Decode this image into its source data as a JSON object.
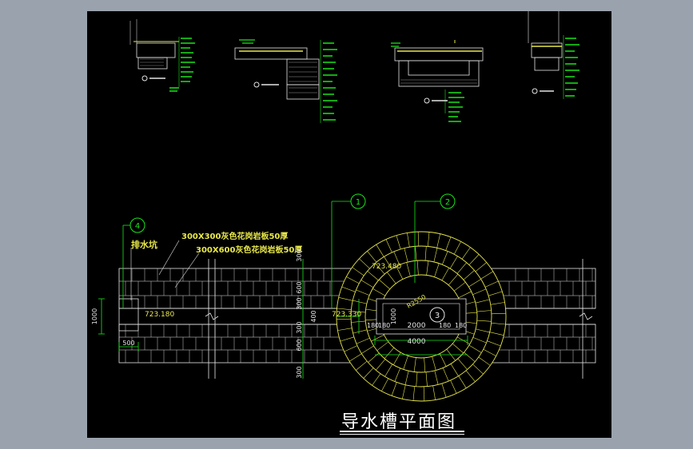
{
  "title": "导水槽平面图",
  "callouts": {
    "c1": "1",
    "c2": "2",
    "c3": "3",
    "c4": "4"
  },
  "notes": {
    "drain_pit": "排水坑",
    "stone_300x300": "300X300灰色花岗岩板50厚",
    "stone_300x600": "300X600灰色花岗岩板50厚"
  },
  "elevations": {
    "e1": "723.480",
    "e2": "723.180",
    "e3": "723.330"
  },
  "dims": {
    "d1000_left": "1000",
    "d500": "500",
    "d300_a": "300",
    "d300_b": "300",
    "d300_c": "300",
    "d300_d": "300",
    "d600_a": "600",
    "d600_b": "600",
    "d400": "400",
    "d1000_inner": "1000",
    "d2000": "2000",
    "d4000": "4000",
    "d180a": "180",
    "d180b": "180",
    "d180c": "180",
    "d180d": "180",
    "r2550": "R2550"
  },
  "colors": {
    "background": "#000000",
    "frame": "#9aa3ad",
    "line_white": "#e6e6e6",
    "line_green": "#19e619",
    "line_yellow": "#e8e84a"
  }
}
